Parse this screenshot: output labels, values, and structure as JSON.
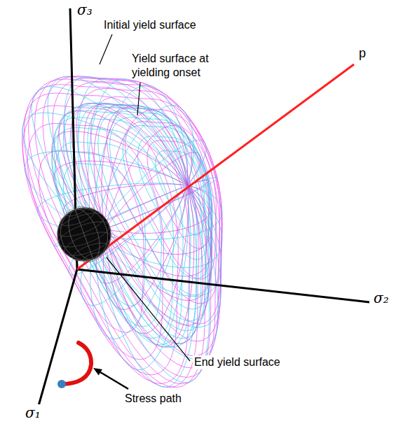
{
  "diagram": {
    "labels": [
      "σ₃",
      "Initial yield surface",
      "Yield surface at yielding onset",
      "p",
      "σ₂",
      "End yield surface",
      "Stress path",
      "σ₁"
    ]
  }
}
